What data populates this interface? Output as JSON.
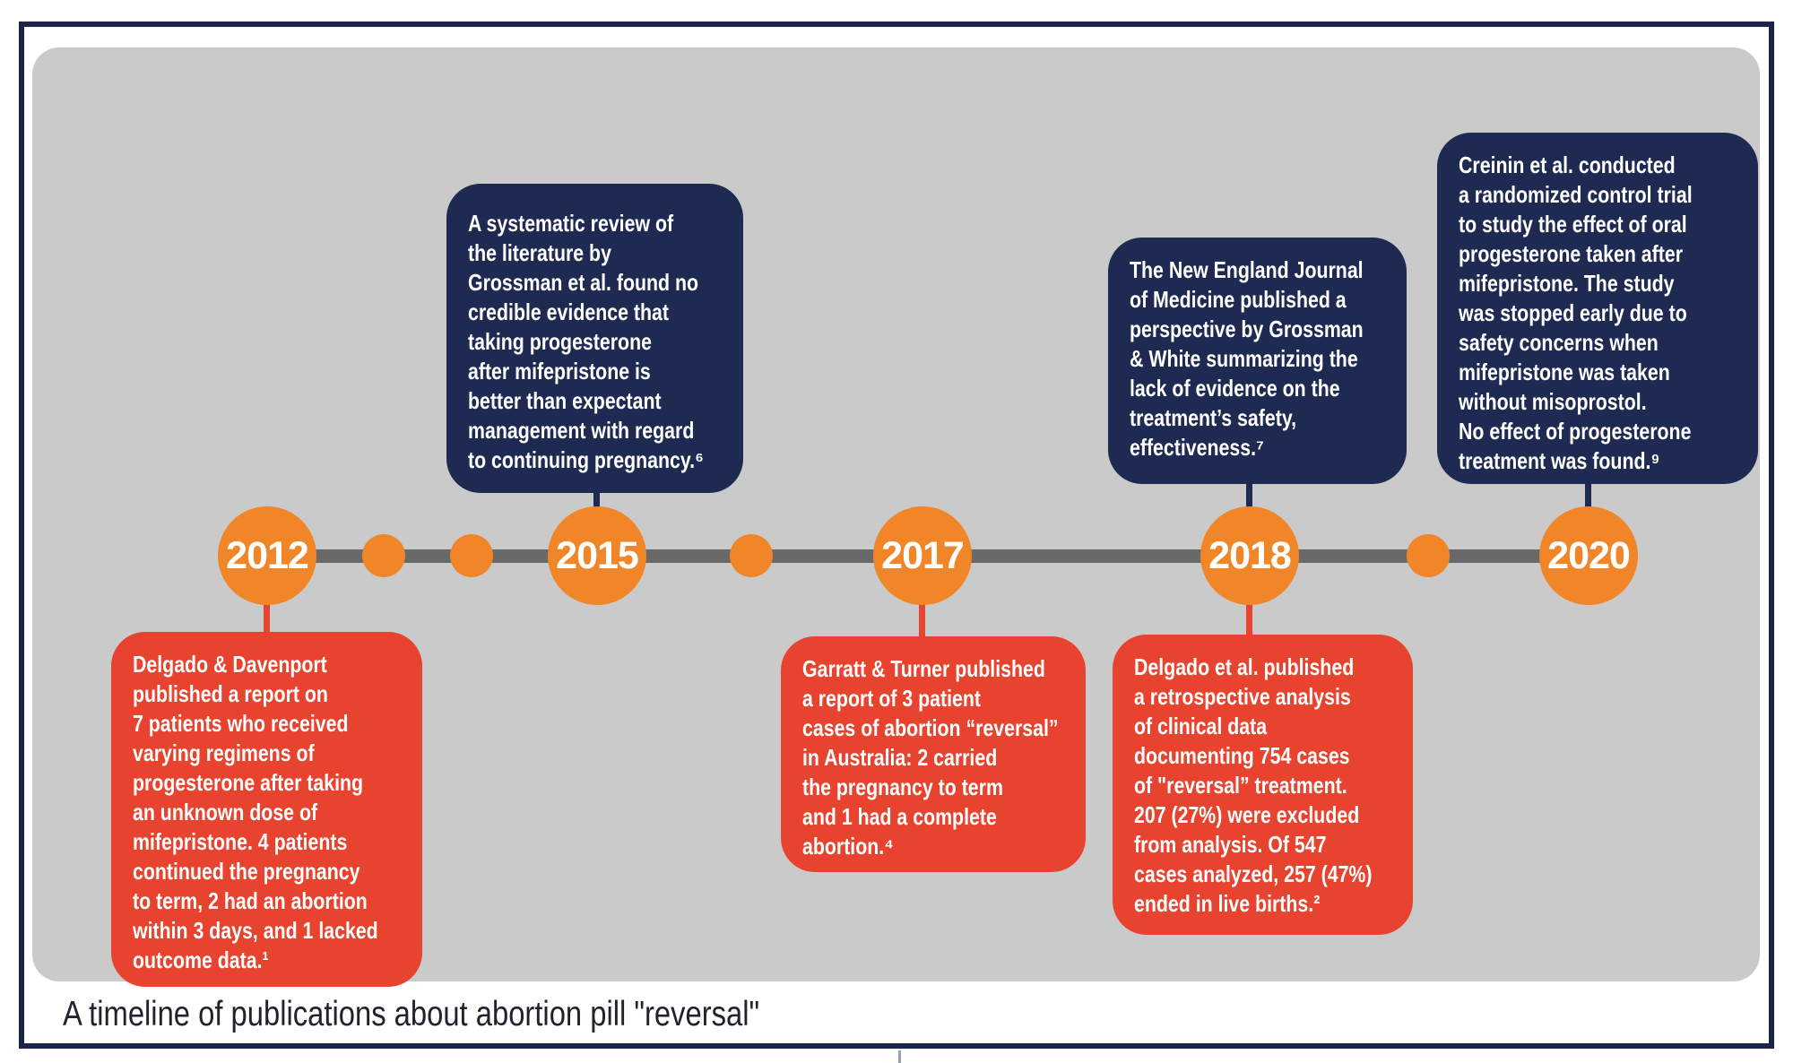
{
  "caption": "A timeline of publications about abortion pill \"reversal\"",
  "colors": {
    "navy": "#1e2a52",
    "red": "#e7432e",
    "orange": "#f08627",
    "panel_gray": "#cacaca",
    "timeline_gray": "#696969",
    "border_navy": "#1b2547"
  },
  "timeline": {
    "years": [
      {
        "label": "2012"
      },
      {
        "label": "2015"
      },
      {
        "label": "2017"
      },
      {
        "label": "2018"
      },
      {
        "label": "2020"
      }
    ],
    "intermediate_dot_count": 4
  },
  "events": [
    {
      "year": "2012",
      "placement": "below",
      "color": "red",
      "text": "Delgado & Davenport\npublished a report on\n7 patients who received\nvarying regimens of\nprogesterone after taking\nan unknown dose of\nmifepristone. 4 patients\ncontinued the pregnancy\nto term, 2 had an abortion\nwithin 3 days, and 1 lacked\noutcome data.¹"
    },
    {
      "year": "2015",
      "placement": "above",
      "color": "navy",
      "text": "A systematic review of\nthe literature by\nGrossman et al. found no\ncredible evidence that\ntaking progesterone\nafter mifepristone is\nbetter than expectant\nmanagement with regard\nto continuing pregnancy.⁶"
    },
    {
      "year": "2017",
      "placement": "below",
      "color": "red",
      "text": "Garratt & Turner published\na report of 3 patient\ncases of abortion “reversal”\nin Australia: 2 carried\nthe pregnancy to term\nand 1 had a complete\nabortion.⁴"
    },
    {
      "year": "2018",
      "placement": "above",
      "color": "navy",
      "text": "The New England Journal\nof Medicine published a\nperspective by Grossman\n& White summarizing the\nlack of evidence on the\ntreatment’s safety,\neffectiveness.⁷"
    },
    {
      "year": "2018",
      "placement": "below",
      "color": "red",
      "text": "Delgado et al. published\na retrospective analysis\nof clinical data\ndocumenting 754 cases\nof \"reversal” treatment.\n207 (27%) were excluded\nfrom analysis. Of 547\ncases analyzed, 257 (47%)\nended in live births.²"
    },
    {
      "year": "2020",
      "placement": "above",
      "color": "navy",
      "text": "Creinin et al. conducted\na randomized control trial\nto study the effect of oral\nprogesterone taken after\nmifepristone. The study\nwas stopped early due to\nsafety concerns when\nmifepristone was taken\nwithout misoprostol.\nNo effect of progesterone\ntreatment was found.⁹"
    }
  ]
}
